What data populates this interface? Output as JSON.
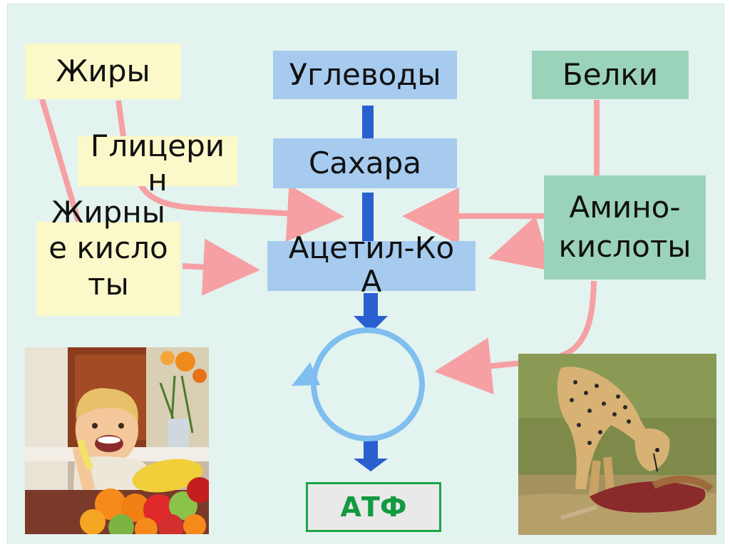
{
  "nodes": {
    "fats": "Жиры",
    "carbs": "Углеводы",
    "proteins": "Белки",
    "glycerol": "Глицерин",
    "sugars": "Сахара",
    "acetyl": "Ацетил-КоА",
    "fatty_acids": "Жирные кислоты",
    "amino_acids": "Амино-кислоты",
    "atp": "АТФ"
  },
  "colors": {
    "pink_arrow": "#f6a0a4",
    "blue_arrow": "#2a5fd0",
    "cycle": "#7fbfef",
    "atp_text": "#129a40"
  },
  "icons": {
    "child_photo": "child-eating-fruit-image",
    "cheetah_photo": "cheetah-eating-prey-image"
  }
}
